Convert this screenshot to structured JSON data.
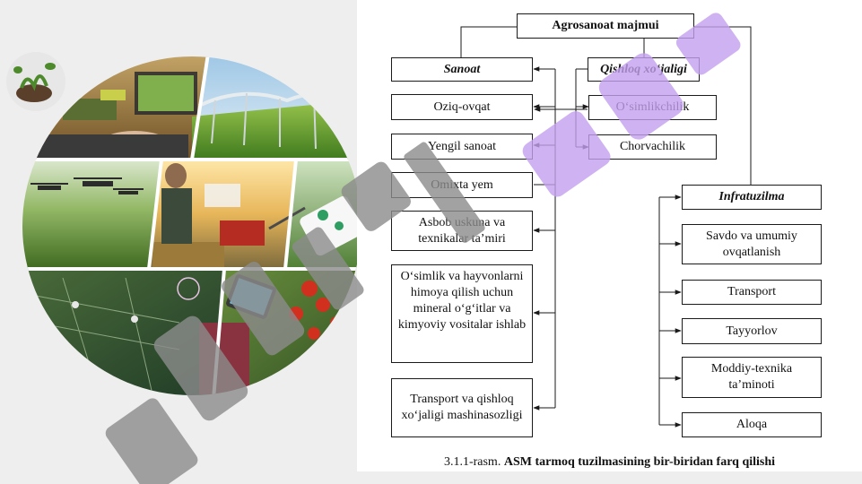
{
  "diagram": {
    "root": "Agrosanoat majmui",
    "sanoat": {
      "title": "Sanoat",
      "items": [
        "Oziq-ovqat",
        "Yengil sanoat",
        "Omixta yem",
        "Asbob uskuna va texnikalar taʼmiri",
        "Oʻsimlik va hayvonlarni himoya qilish uchun mineral oʻgʻitlar va kimyoviy vositalar ishlab",
        "Transport va qishloq xoʻjaligi mashinasozligi"
      ]
    },
    "qishloq": {
      "title": "Qishloq xoʻjaligi",
      "items": [
        "Oʻsimlikchilik",
        "Chorvachilik"
      ]
    },
    "infra": {
      "title": "Infratuzilma",
      "items": [
        "Savdo va umumiy ovqatlanish",
        "Transport",
        "Tayyorlov",
        "Moddiy-texnika taʼminoti",
        "Aloqa"
      ]
    }
  },
  "caption": {
    "prefix": "3.1.1-rasm.",
    "title": "ASM tarmoq tuzilmasining bir-biridan farq qilishi"
  },
  "colors": {
    "watermark_gray": "#8c8c8c",
    "watermark_violet": "#c4a0ee",
    "line": "#1a1a1a"
  }
}
